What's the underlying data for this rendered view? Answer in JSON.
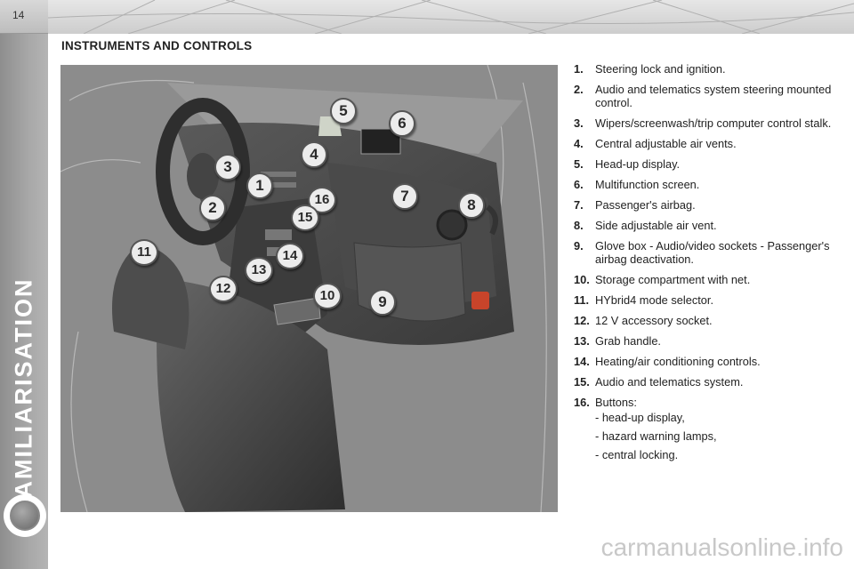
{
  "page": {
    "number": "14",
    "section": "FAMILIARISATION",
    "title": "INSTRUMENTS AND CONTROLS"
  },
  "callouts": [
    "1",
    "2",
    "3",
    "4",
    "5",
    "6",
    "7",
    "8",
    "9",
    "10",
    "11",
    "12",
    "13",
    "14",
    "15",
    "16"
  ],
  "legend": [
    {
      "num": "1.",
      "text": "Steering lock and ignition."
    },
    {
      "num": "2.",
      "text": "Audio and telematics system steering mounted control."
    },
    {
      "num": "3.",
      "text": "Wipers/screenwash/trip computer control stalk."
    },
    {
      "num": "4.",
      "text": "Central adjustable air vents."
    },
    {
      "num": "5.",
      "text": "Head-up display."
    },
    {
      "num": "6.",
      "text": "Multifunction screen."
    },
    {
      "num": "7.",
      "text": "Passenger's airbag."
    },
    {
      "num": "8.",
      "text": "Side adjustable air vent."
    },
    {
      "num": "9.",
      "text": "Glove box - Audio/video sockets - Passenger's airbag deactivation."
    },
    {
      "num": "10.",
      "text": "Storage compartment with net."
    },
    {
      "num": "11.",
      "text": "HYbrid4 mode selector."
    },
    {
      "num": "12.",
      "text": "12 V accessory socket."
    },
    {
      "num": "13.",
      "text": "Grab handle."
    },
    {
      "num": "14.",
      "text": "Heating/air conditioning controls."
    },
    {
      "num": "15.",
      "text": "Audio and telematics system."
    },
    {
      "num": "16.",
      "text": "Buttons:"
    }
  ],
  "buttons_list": [
    "- head-up display,",
    "- hazard warning lamps,",
    "- central locking."
  ],
  "watermark": "carmanualsonline.info"
}
